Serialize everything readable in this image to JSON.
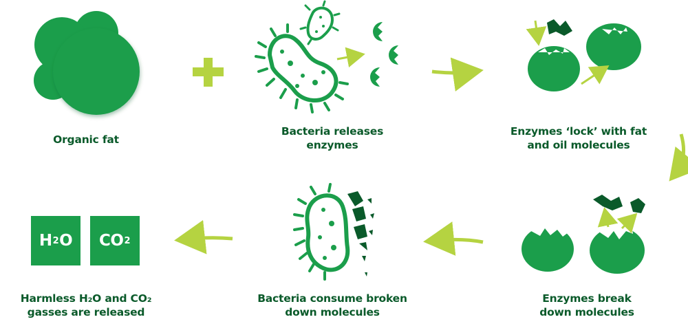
{
  "steps": [
    {
      "id": "organic-fat",
      "lines": [
        "Organic fat"
      ]
    },
    {
      "id": "bacteria-releases-enzymes",
      "lines": [
        "Bacteria releases",
        "enzymes"
      ]
    },
    {
      "id": "enzymes-lock",
      "lines": [
        "Enzymes ‘lock’ with fat",
        "and oil molecules"
      ]
    },
    {
      "id": "enzymes-break",
      "lines": [
        "Enzymes break",
        "down molecules"
      ]
    },
    {
      "id": "bacteria-consume",
      "lines": [
        "Bacteria consume broken",
        "down molecules"
      ]
    },
    {
      "id": "harmless-gasses",
      "lines": [
        "Harmless H₂O and CO₂",
        "gasses are released"
      ]
    }
  ],
  "boxes": {
    "h2o": {
      "main": "H",
      "sub": "2",
      "tail": "O"
    },
    "co2": {
      "main": "CO",
      "sub": "2",
      "tail": ""
    }
  },
  "colors": {
    "green": "#1b9e4b",
    "dark_green": "#0a5a2a",
    "lime": "#b5d341"
  }
}
